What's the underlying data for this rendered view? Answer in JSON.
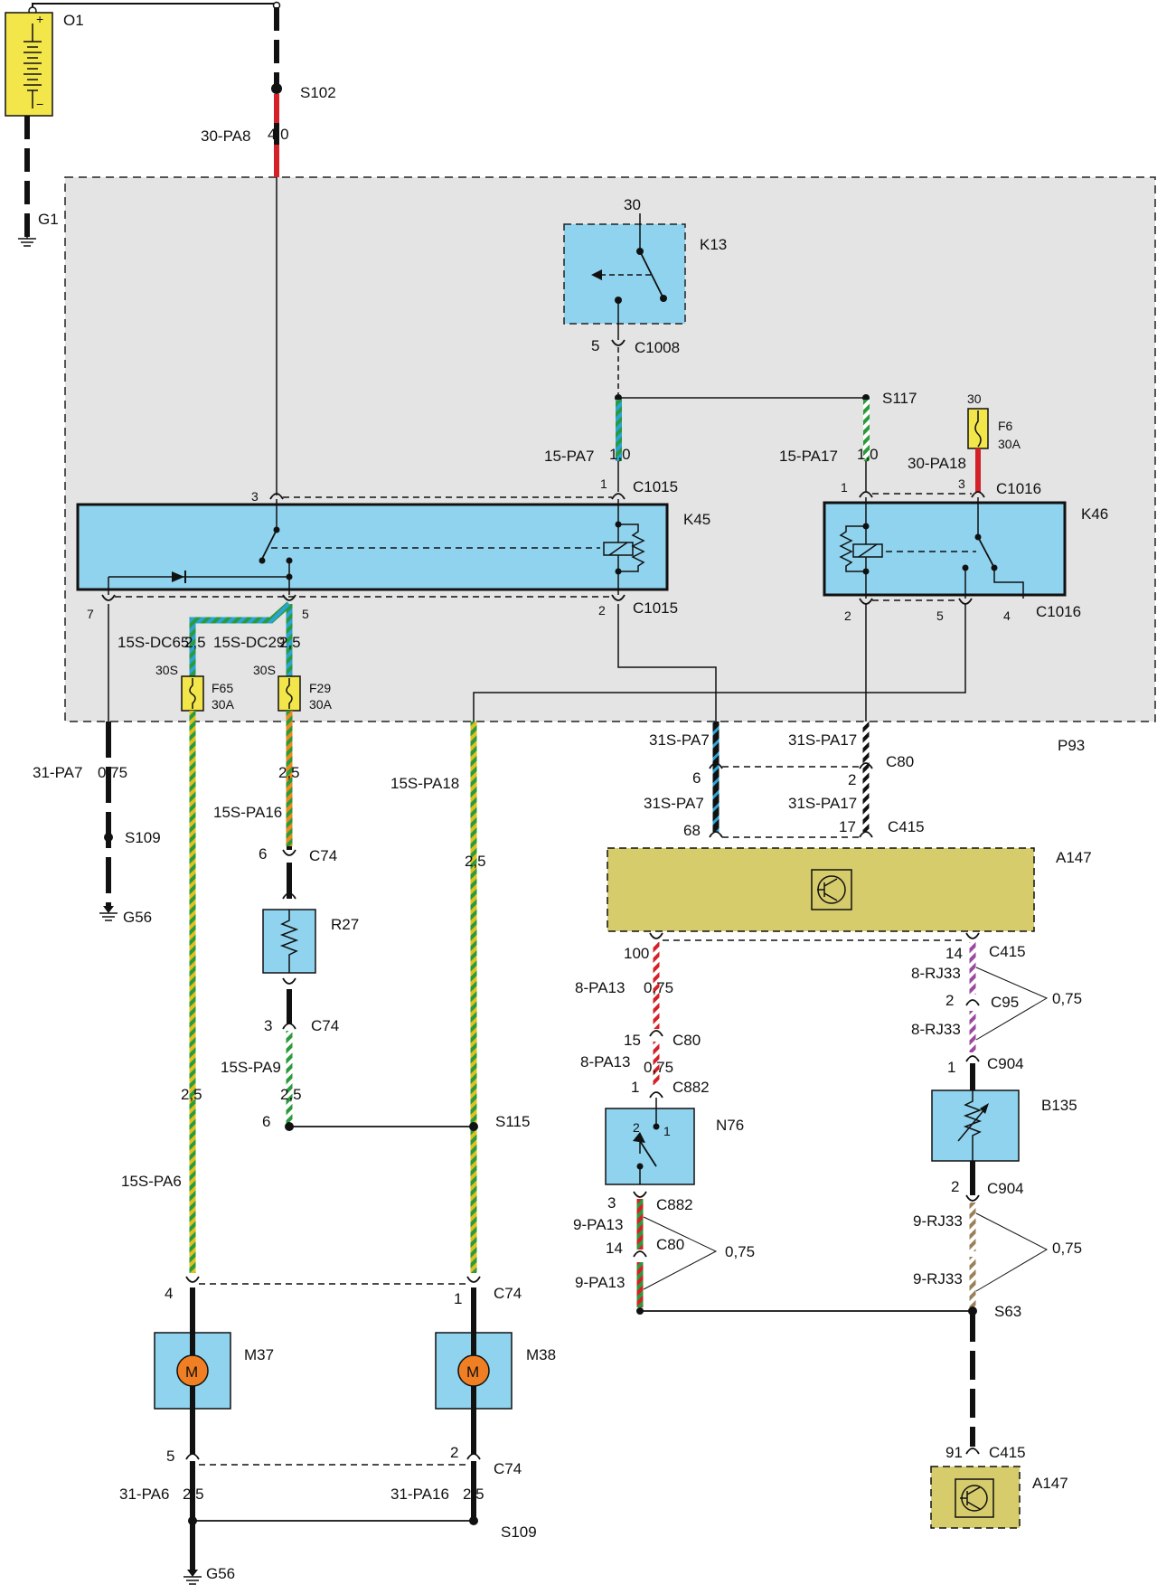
{
  "components": {
    "battery": "O1",
    "ground_g1": "G1",
    "splice_s102": "S102",
    "p93": "P93",
    "k13": "K13",
    "k45": "K45",
    "k46": "K46",
    "f6": {
      "id": "F6",
      "rating": "30A",
      "supply": "30"
    },
    "f65": {
      "id": "F65",
      "rating": "30A",
      "supply": "30S"
    },
    "f29": {
      "id": "F29",
      "rating": "30A",
      "supply": "30S"
    },
    "r27": "R27",
    "m37": "M37",
    "m38": "M38",
    "motor_symbol": "M",
    "a147_main": "A147",
    "a147_lower": "A147",
    "n76": "N76",
    "b135": "B135",
    "s109_left": "S109",
    "s109_bottom": "S109",
    "g56_left": "G56",
    "g56_bottom": "G56",
    "s115": "S115",
    "s117": "S117",
    "s63": "S63",
    "battery_plus": "+",
    "battery_minus": "−"
  },
  "connectors": {
    "c1008": "C1008",
    "c1015_top": "C1015",
    "c1015_bottom": "C1015",
    "c1016_top": "C1016",
    "c1016_bottom": "C1016",
    "c80_a": "C80",
    "c415_a": "C415",
    "c74_a": "C74",
    "c74_b": "C74",
    "c74_c": "C74",
    "c74_d": "C74",
    "c415_b": "C415",
    "c95": "C95",
    "c80_b": "C80",
    "c882_a": "C882",
    "c904_a": "C904",
    "c904_b": "C904",
    "c882_b": "C882",
    "c80_c": "C80",
    "c415_c": "C415"
  },
  "pins": {
    "k13_30": "30",
    "k13_5": "5",
    "k45_1": "1",
    "k45_3": "3",
    "k45_7": "7",
    "k45_5": "5",
    "k45_2": "2",
    "k46_1": "1",
    "k46_3": "3",
    "k46_2": "2",
    "k46_5": "5",
    "k46_4": "4",
    "c80_6": "6",
    "c80_2": "2",
    "c415_68": "68",
    "c415_17": "17",
    "c74_6": "6",
    "c74_3": "3",
    "s115_6": "6",
    "c74_4": "4",
    "c74_1": "1",
    "c74_5": "5",
    "c74_2": "2",
    "c415_100": "100",
    "c415_14": "14",
    "c80_15": "15",
    "c882_1": "1",
    "n76_2": "2",
    "n76_1": "1",
    "c882_3": "3",
    "c80_14": "14",
    "c95_2": "2",
    "c904_1": "1",
    "c904_2": "2",
    "c415_91": "91"
  },
  "wires": {
    "w_30pa8": {
      "circuit": "30-PA8",
      "size": "4,0"
    },
    "w_15pa7": {
      "circuit": "15-PA7",
      "size": "1,0"
    },
    "w_15pa17": {
      "circuit": "15-PA17",
      "size": "1,0"
    },
    "w_30pa18": {
      "circuit": "30-PA18"
    },
    "w_15sdc65": {
      "circuit": "15S-DC65",
      "size": "2,5"
    },
    "w_15sdc29": {
      "circuit": "15S-DC29",
      "size": "2,5"
    },
    "w_31pa7_left": {
      "circuit": "31-PA7",
      "size": "0,75"
    },
    "w_15spa16": {
      "circuit": "15S-PA16",
      "size": "2,5"
    },
    "w_15spa18": {
      "circuit": "15S-PA18",
      "size": "2,5"
    },
    "w_31spa7_a": {
      "circuit": "31S-PA7"
    },
    "w_31spa17_a": {
      "circuit": "31S-PA17"
    },
    "w_31spa7_b": {
      "circuit": "31S-PA7"
    },
    "w_31spa17_b": {
      "circuit": "31S-PA17"
    },
    "w_15spa9": {
      "circuit": "15S-PA9",
      "size": "2,5"
    },
    "w_15spa6": {
      "circuit": "15S-PA6",
      "size": "2,5"
    },
    "w_31pa6": {
      "circuit": "31-PA6",
      "size": "2,5"
    },
    "w_31pa16": {
      "circuit": "31-PA16",
      "size": "2,5"
    },
    "w_8pa13_a": {
      "circuit": "8-PA13",
      "size": "0,75"
    },
    "w_8pa13_b": {
      "circuit": "8-PA13",
      "size": "0,75"
    },
    "w_9pa13_a": {
      "circuit": "9-PA13"
    },
    "w_9pa13_b": {
      "circuit": "9-PA13"
    },
    "w_9pa13_size": "0,75",
    "w_8rj33_a": {
      "circuit": "8-RJ33"
    },
    "w_8rj33_b": {
      "circuit": "8-RJ33"
    },
    "w_8rj33_size": "0,75",
    "w_9rj33_a": {
      "circuit": "9-RJ33"
    },
    "w_9rj33_b": {
      "circuit": "9-RJ33"
    },
    "w_9rj33_size": "0,75"
  },
  "colors": {
    "module_fill": "#8fd3ef",
    "fuse_fill": "#f2e64a",
    "ecu_fill": "#d6cc6c",
    "p93_fill": "#e4e4e4",
    "wire_black": "#111111",
    "wire_red": "#d42027",
    "wire_green": "#2b9a3a",
    "wire_yellow": "#e0c020",
    "wire_blue": "#2aa3d6",
    "wire_orange": "#ef8a1e",
    "wire_violet": "#9b4aa0",
    "wire_brown": "#9a8058",
    "motor_orange": "#f07e22"
  }
}
